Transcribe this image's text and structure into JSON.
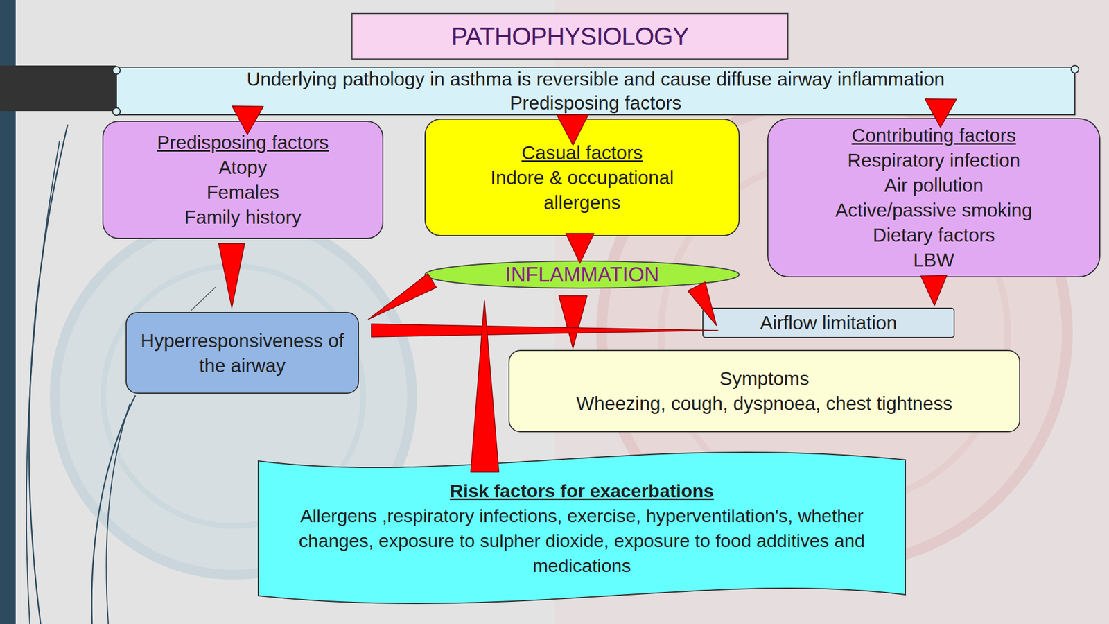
{
  "diagram": {
    "title": "PATHOPHYSIOLOGY",
    "nodes": [
      {
        "text": [
          "Underlying pathology in asthma is reversible and cause diffuse airway inflammation",
          "Predisposing factors"
        ]
      },
      {
        "text": [
          "Predisposing factors",
          "Atopy",
          "Females",
          "Family history"
        ]
      },
      {
        "text": [
          "Casual factors",
          "Indore & occupational allergens"
        ]
      },
      {
        "text": [
          "Contributing factors",
          "Respiratory infection",
          "Air pollution",
          "Active/passive smoking",
          "Dietary factors",
          "LBW"
        ]
      },
      {
        "text": [
          "INFLAMMATION"
        ]
      },
      {
        "text": [
          "Hyperresponsiveness of the airway"
        ]
      },
      {
        "text": [
          "Airflow limitation"
        ]
      },
      {
        "text": [
          "Symptoms",
          "Wheezing, cough, dyspnoea, chest tightness"
        ]
      },
      {
        "text": [
          "Risk factors for exacerbations",
          "Allergens ,respiratory infections, exercise, hyperventilation's, whether changes, exposure to sulpher dioxide, exposure to food additives and medications"
        ]
      }
    ],
    "edges": [
      {
        "from": 0,
        "to": 1,
        "arrow": "to"
      },
      {
        "from": 0,
        "to": 2,
        "arrow": "to"
      },
      {
        "from": 0,
        "to": 3,
        "arrow": "to"
      },
      {
        "from": 1,
        "to": 5,
        "arrow": "to"
      },
      {
        "from": 2,
        "to": 4,
        "arrow": "to"
      },
      {
        "from": 3,
        "to": 6,
        "arrow": "to"
      },
      {
        "from": 4,
        "to": 7,
        "arrow": "to"
      },
      {
        "from": 4,
        "to": 5,
        "arrow": "to"
      },
      {
        "from": 4,
        "to": 6,
        "arrow": "to"
      },
      {
        "from": 5,
        "to": 6,
        "arrow": "to"
      },
      {
        "from": 8,
        "to": 4,
        "arrow": "to"
      }
    ]
  }
}
